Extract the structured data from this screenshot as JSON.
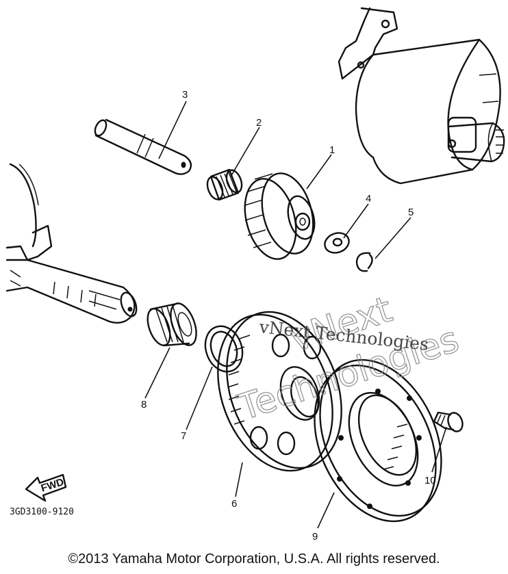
{
  "diagram": {
    "callouts": [
      {
        "id": "1",
        "label": "1"
      },
      {
        "id": "2",
        "label": "2"
      },
      {
        "id": "3",
        "label": "3"
      },
      {
        "id": "4",
        "label": "4"
      },
      {
        "id": "5",
        "label": "5"
      },
      {
        "id": "6",
        "label": "6"
      },
      {
        "id": "7",
        "label": "7"
      },
      {
        "id": "8",
        "label": "8"
      },
      {
        "id": "9",
        "label": "9"
      },
      {
        "id": "10",
        "label": "10"
      }
    ],
    "direction_arrow": "FWD",
    "diagram_code": "3GD3100-9120"
  },
  "watermark": {
    "outline_line1": "vNext",
    "outline_line2": "Technologies",
    "text": "vNext Technologies"
  },
  "footer": {
    "copyright": "©2013 Yamaha Motor Corporation, U.S.A. All rights reserved."
  }
}
